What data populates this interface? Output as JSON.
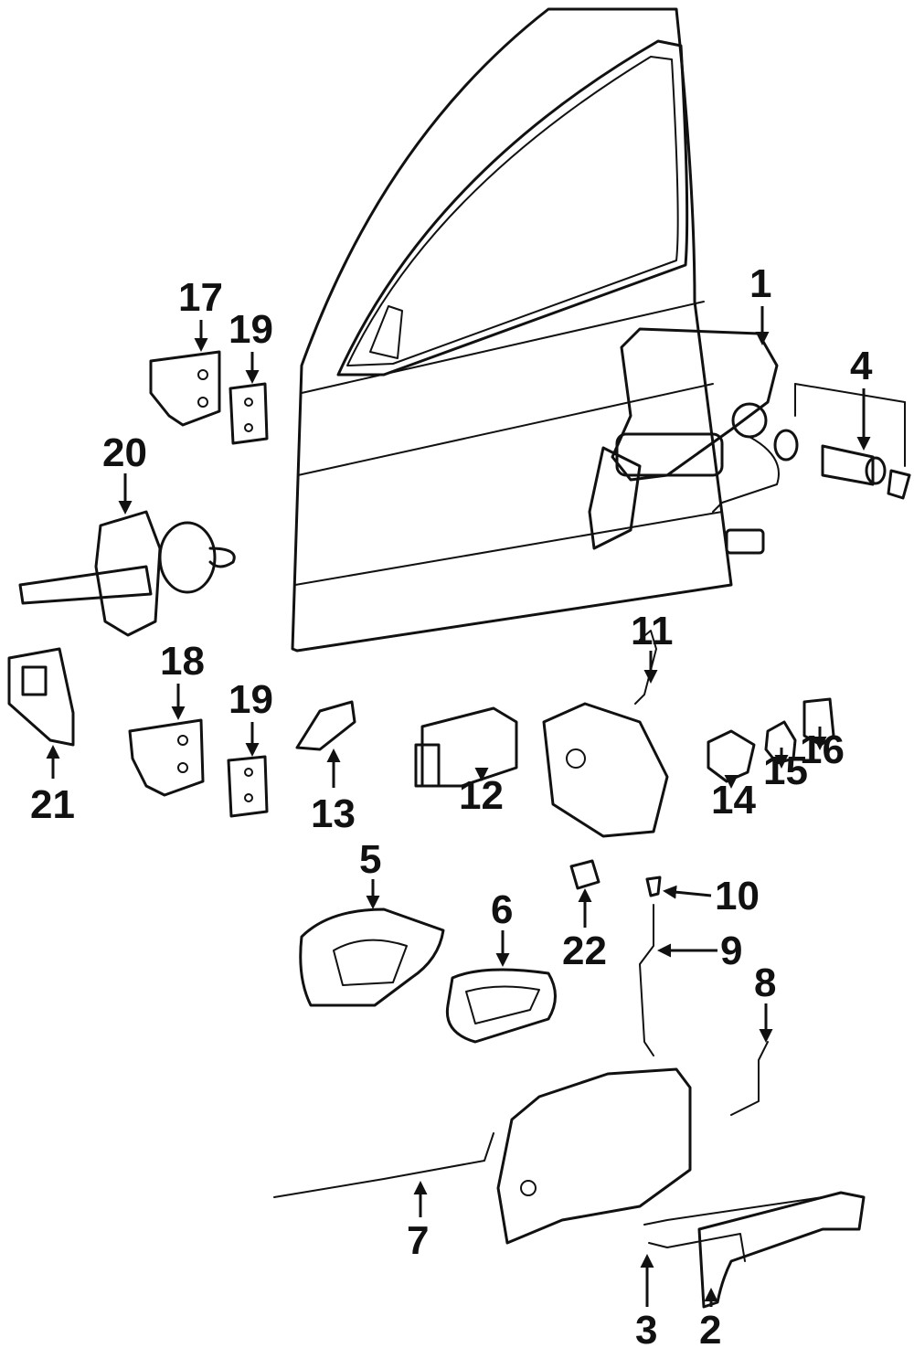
{
  "diagram": {
    "callouts": [
      {
        "id": "1",
        "label": "1"
      },
      {
        "id": "2",
        "label": "2"
      },
      {
        "id": "3",
        "label": "3"
      },
      {
        "id": "4",
        "label": "4"
      },
      {
        "id": "5",
        "label": "5"
      },
      {
        "id": "6",
        "label": "6"
      },
      {
        "id": "7",
        "label": "7"
      },
      {
        "id": "8",
        "label": "8"
      },
      {
        "id": "9",
        "label": "9"
      },
      {
        "id": "10",
        "label": "10"
      },
      {
        "id": "11",
        "label": "11"
      },
      {
        "id": "12",
        "label": "12"
      },
      {
        "id": "13",
        "label": "13"
      },
      {
        "id": "14",
        "label": "14"
      },
      {
        "id": "15",
        "label": "15"
      },
      {
        "id": "16",
        "label": "16"
      },
      {
        "id": "17",
        "label": "17"
      },
      {
        "id": "18",
        "label": "18"
      },
      {
        "id": "19a",
        "label": "19"
      },
      {
        "id": "19b",
        "label": "19"
      },
      {
        "id": "20",
        "label": "20"
      },
      {
        "id": "21",
        "label": "21"
      },
      {
        "id": "22",
        "label": "22"
      }
    ]
  }
}
